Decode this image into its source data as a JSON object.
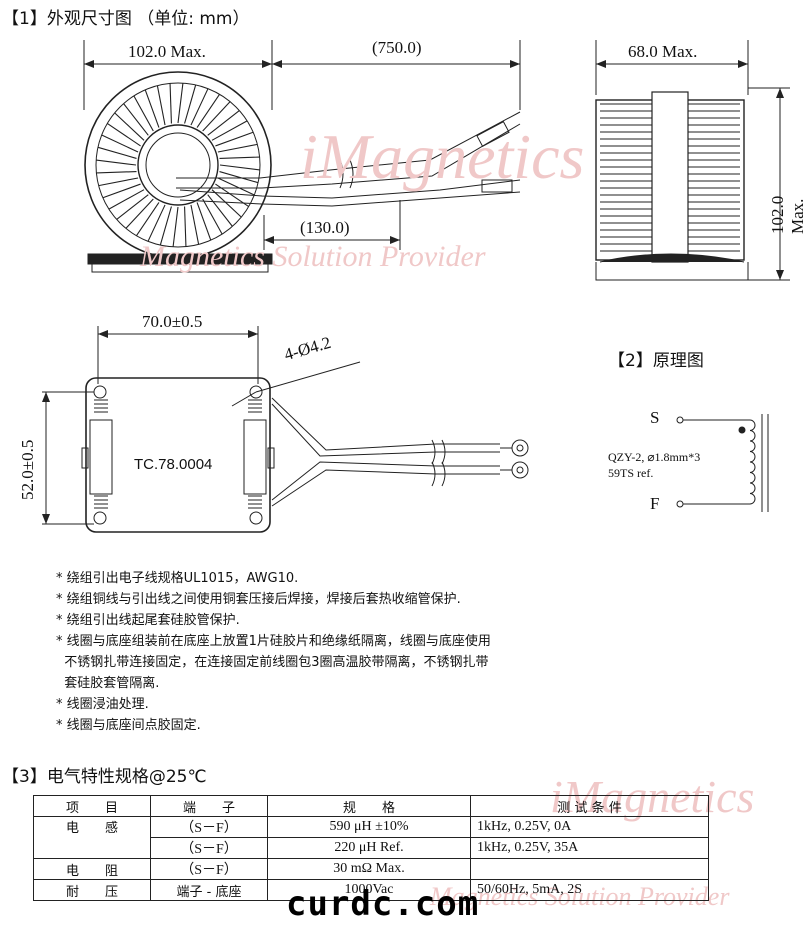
{
  "sections": {
    "s1_title": "【1】外观尺寸图 （单位: mm）",
    "s2_title": "【2】原理图",
    "s3_title": "【3】电气特性规格@25℃"
  },
  "watermark": {
    "brand": "iMagnetics",
    "slogan": "Magnetics Solution Provider",
    "site": "curdc.com"
  },
  "drawing": {
    "width_max": "102.0 Max.",
    "lead_length": "(750.0)",
    "lead_short": "(130.0)",
    "side_width": "68.0 Max.",
    "height_max": "102.0 Max.",
    "base_width": "70.0±0.5",
    "holes": "4-Ø4.2",
    "base_height": "52.0±0.5",
    "part_no": "TC.78.0004"
  },
  "schematic": {
    "start": "S",
    "finish": "F",
    "wire_spec": "QZY-2, ⌀1.8mm*3",
    "turns": "59TS ref."
  },
  "notes": [
    "* 绕组引出电子线规格UL1015，AWG10.",
    "* 绕组铜线与引出线之间使用铜套压接后焊接，焊接后套热收缩管保护.",
    "* 绕组引出线起尾套硅胶管保护.",
    "* 线圈与底座组装前在底座上放置1片硅胶片和绝缘纸隔离，线圈与底座使用",
    "  不锈钢扎带连接固定，在连接固定前线圈包3圈高温胶带隔离，不锈钢扎带",
    "  套硅胶套管隔离.",
    "* 线圈浸油处理.",
    "* 线圈与底座间点胶固定."
  ],
  "table": {
    "headers": [
      "项　　目",
      "端　　子",
      "规　　格",
      "测 试 条 件"
    ],
    "rows": [
      {
        "item": "电　　感",
        "terminal": "（S－F）",
        "spec": "590 μH ±10%",
        "cond": "1kHz, 0.25V, 0A"
      },
      {
        "item": "",
        "terminal": "（S－F）",
        "spec": "220 μH Ref.",
        "cond": "1kHz, 0.25V, 35A"
      },
      {
        "item": "电　　阻",
        "terminal": "（S－F）",
        "spec": "30 mΩ Max.",
        "cond": ""
      },
      {
        "item": "耐　　压",
        "terminal": "端子 - 底座",
        "spec": "1000Vac",
        "cond": "50/60Hz, 5mA, 2S"
      }
    ]
  }
}
